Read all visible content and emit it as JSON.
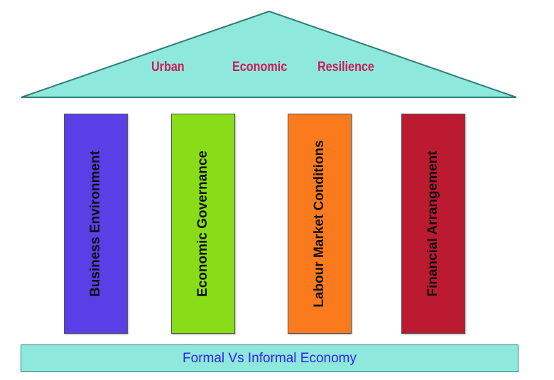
{
  "roof": {
    "words": [
      "Urban",
      "Economic",
      "Resilience"
    ],
    "color": "#8ee8dc",
    "text_color": "#cc1a55"
  },
  "pillars": [
    {
      "label": "Business Environment",
      "color": "#5a3ee6"
    },
    {
      "label": "Economic Governance",
      "color": "#88dd18"
    },
    {
      "label": "Labour Market Conditions",
      "color": "#fb7a1e"
    },
    {
      "label": "Financial Arrangement",
      "color": "#bb1a30"
    }
  ],
  "base": {
    "label": "Formal Vs Informal Economy",
    "color": "#8ee8dc",
    "text_color": "#3322ee"
  }
}
